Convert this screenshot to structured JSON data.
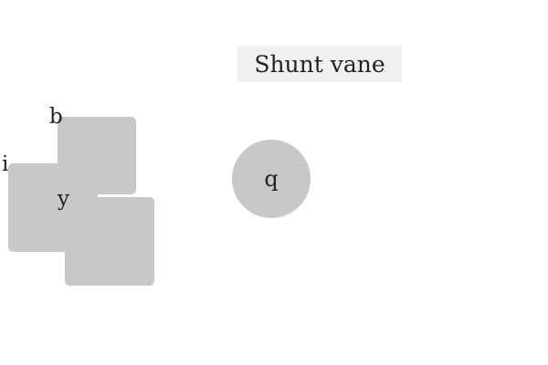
{
  "diagram": {
    "title": "Shunt vane",
    "nodes": [
      {
        "id": "b",
        "label": "b",
        "shape": "rounded-square",
        "color": "#c8c8c8"
      },
      {
        "id": "i",
        "label": "i",
        "shape": "rounded-square",
        "color": "#c8c8c8"
      },
      {
        "id": "y",
        "label": "y",
        "shape": "rounded-square",
        "color": "#c8c8c8"
      },
      {
        "id": "q",
        "label": "q",
        "shape": "circle",
        "color": "#c8c8c8"
      }
    ]
  },
  "colors": {
    "background": "#ffffff",
    "title_box": "#f0f0f0",
    "node_fill": "#c8c8c8",
    "text": "#222222"
  }
}
